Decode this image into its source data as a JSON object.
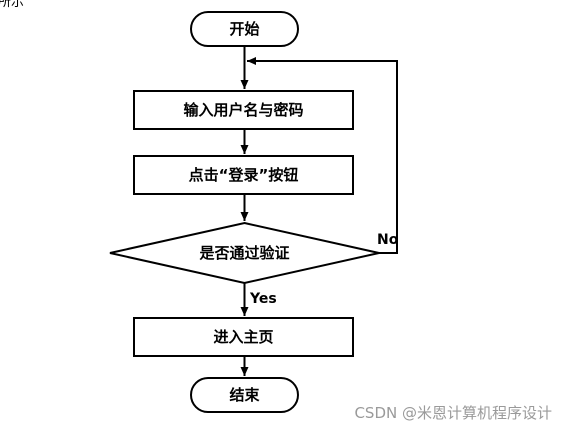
{
  "top_fragment": "所示",
  "nodes": {
    "start": "开始",
    "input_credentials": "输入用户名与密码",
    "click_login": "点击“登录”按钮",
    "verify": "是否通过验证",
    "enter_home": "进入主页",
    "end": "结束"
  },
  "edges": {
    "yes_label": "Yes",
    "no_label": "No"
  },
  "watermark": "CSDN @米恩计算机程序设计",
  "colors": {
    "stroke": "#000000",
    "background": "#ffffff",
    "watermark": "#9a9a9a"
  }
}
